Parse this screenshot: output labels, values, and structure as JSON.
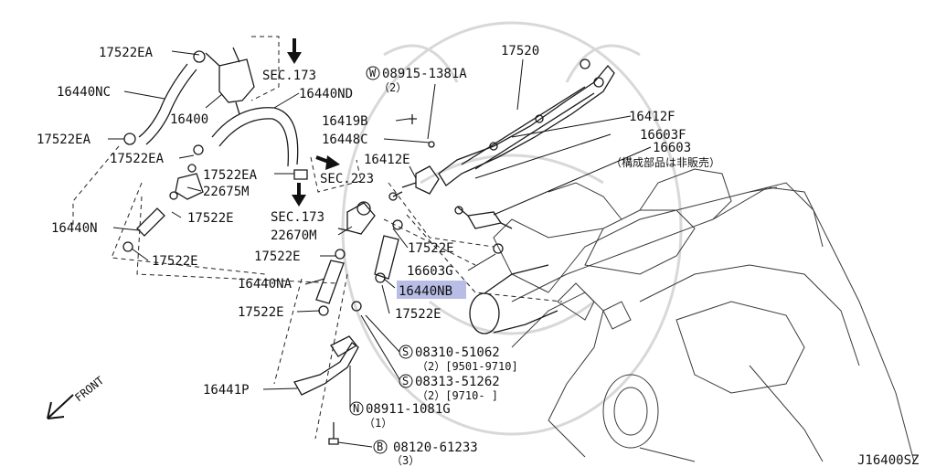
{
  "colors": {
    "highlight": "#b8bde6",
    "ink": "#111111"
  },
  "icons": [
    "arrow-down-icon",
    "arrow-right-icon",
    "front-arrow-icon",
    "circle-letter-icon"
  ],
  "labels": {
    "p17522ea_top": "17522EA",
    "p16440nc": "16440NC",
    "p16400": "16400",
    "p17522ea_left": "17522EA",
    "p17522ea_mid": "17522EA",
    "p17522ea_right": "17522EA",
    "p22675m": "22675M",
    "p17522e_1": "17522E",
    "p16440n": "16440N",
    "p17522e_2": "17522E",
    "p17522e_3": "17522E",
    "p16440na": "16440NA",
    "p17522e_4": "17522E",
    "p16441p": "16441P",
    "p22670m": "22670M",
    "p17522e_5": "17522E",
    "p17522e_6": "17522E",
    "p16440nb": "16440NB",
    "p16440nd": "16440ND",
    "p16419b": "16419B",
    "p16448c": "16448C",
    "p16412e": "16412E",
    "p17520": "17520",
    "p16412f": "16412F",
    "p16603f": "16603F",
    "p16603": "16603",
    "p16603_note": "（構成部品は非販売）",
    "p16603g": "16603G"
  },
  "sections": {
    "sec173_top": "SEC.173",
    "sec223": "SEC.223",
    "sec173_mid": "SEC.173"
  },
  "fasteners": {
    "w": {
      "letter": "W",
      "number": "08915-1381A",
      "qty": "（2）"
    },
    "s1": {
      "letter": "S",
      "number": "08310-51062",
      "qty": "（2）[9501-9710]"
    },
    "s2": {
      "letter": "S",
      "number": "08313-51262",
      "qty": "（2）[9710-     ]"
    },
    "n": {
      "letter": "N",
      "number": "08911-1081G",
      "qty": "（1）"
    },
    "b": {
      "letter": "B",
      "number": "08120-61233",
      "qty": "（3）"
    }
  },
  "front_label": "FRONT",
  "diagram_code": "J16400SZ"
}
